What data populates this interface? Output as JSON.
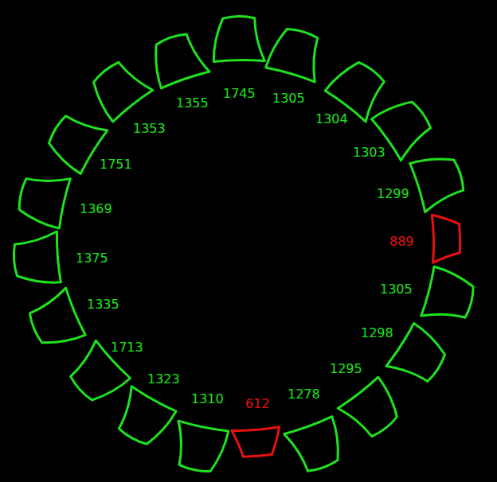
{
  "diagram": {
    "labels": [
      "1745",
      "1305",
      "1304",
      "1303",
      "1299",
      "889",
      "1305",
      "1298",
      "1295",
      "1278",
      "612",
      "1310",
      "1323",
      "1713",
      "1335",
      "1375",
      "1369",
      "1751",
      "1353",
      "1355"
    ]
  }
}
